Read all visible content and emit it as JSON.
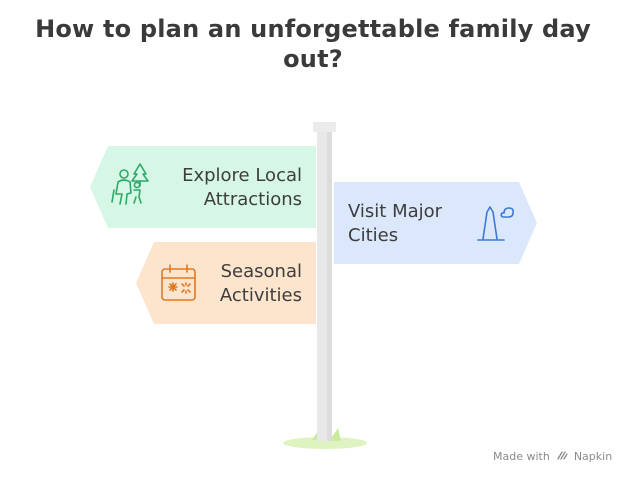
{
  "title": "How to plan an unforgettable family day out?",
  "signs": [
    {
      "id": "explore",
      "lines": [
        "Explore Local",
        "Attractions"
      ],
      "icon": "family-hiking-icon",
      "color": "#2fa86a",
      "fill": "#d6f7e6"
    },
    {
      "id": "visit",
      "lines": [
        "Visit Major",
        "Cities"
      ],
      "icon": "monument-icon",
      "color": "#3f78d6",
      "fill": "#dbe8fb"
    },
    {
      "id": "seasonal",
      "lines": [
        "Seasonal",
        "Activities"
      ],
      "icon": "calendar-icon",
      "color": "#e07a22",
      "fill": "#fde4cd"
    }
  ],
  "footer": {
    "prefix": "Made with",
    "brand": "Napkin"
  }
}
